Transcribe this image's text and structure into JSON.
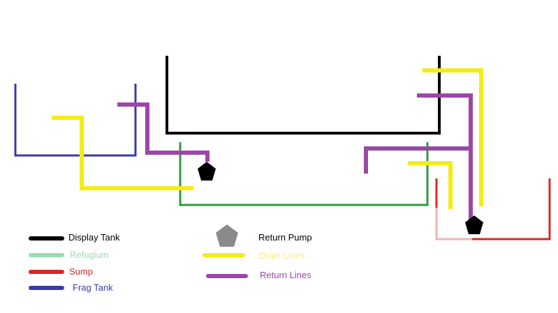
{
  "colors": {
    "display_tank": "#000000",
    "refugium": "#2e9a40",
    "refugium_legend": "#9adbb4",
    "sump": "#d42a2a",
    "sump_faded": "#f0b4b4",
    "frag_tank": "#3a3aa8",
    "drain_lines": "#f5ec16",
    "drain_legend_text": "#f0ec90",
    "return_lines": "#9a48a6",
    "return_pump": "#000000",
    "return_pump_legend": "#8a8a8a"
  },
  "legend": {
    "display_tank": "Display Tank",
    "refugium": "Refugium",
    "sump": "Sump",
    "frag_tank": "Frag Tank",
    "return_pump": "Return Pump",
    "drain_lines": "Drain Lines",
    "return_lines": "Return Lines"
  },
  "icons": {
    "pump": "pentagon-pump-icon"
  }
}
